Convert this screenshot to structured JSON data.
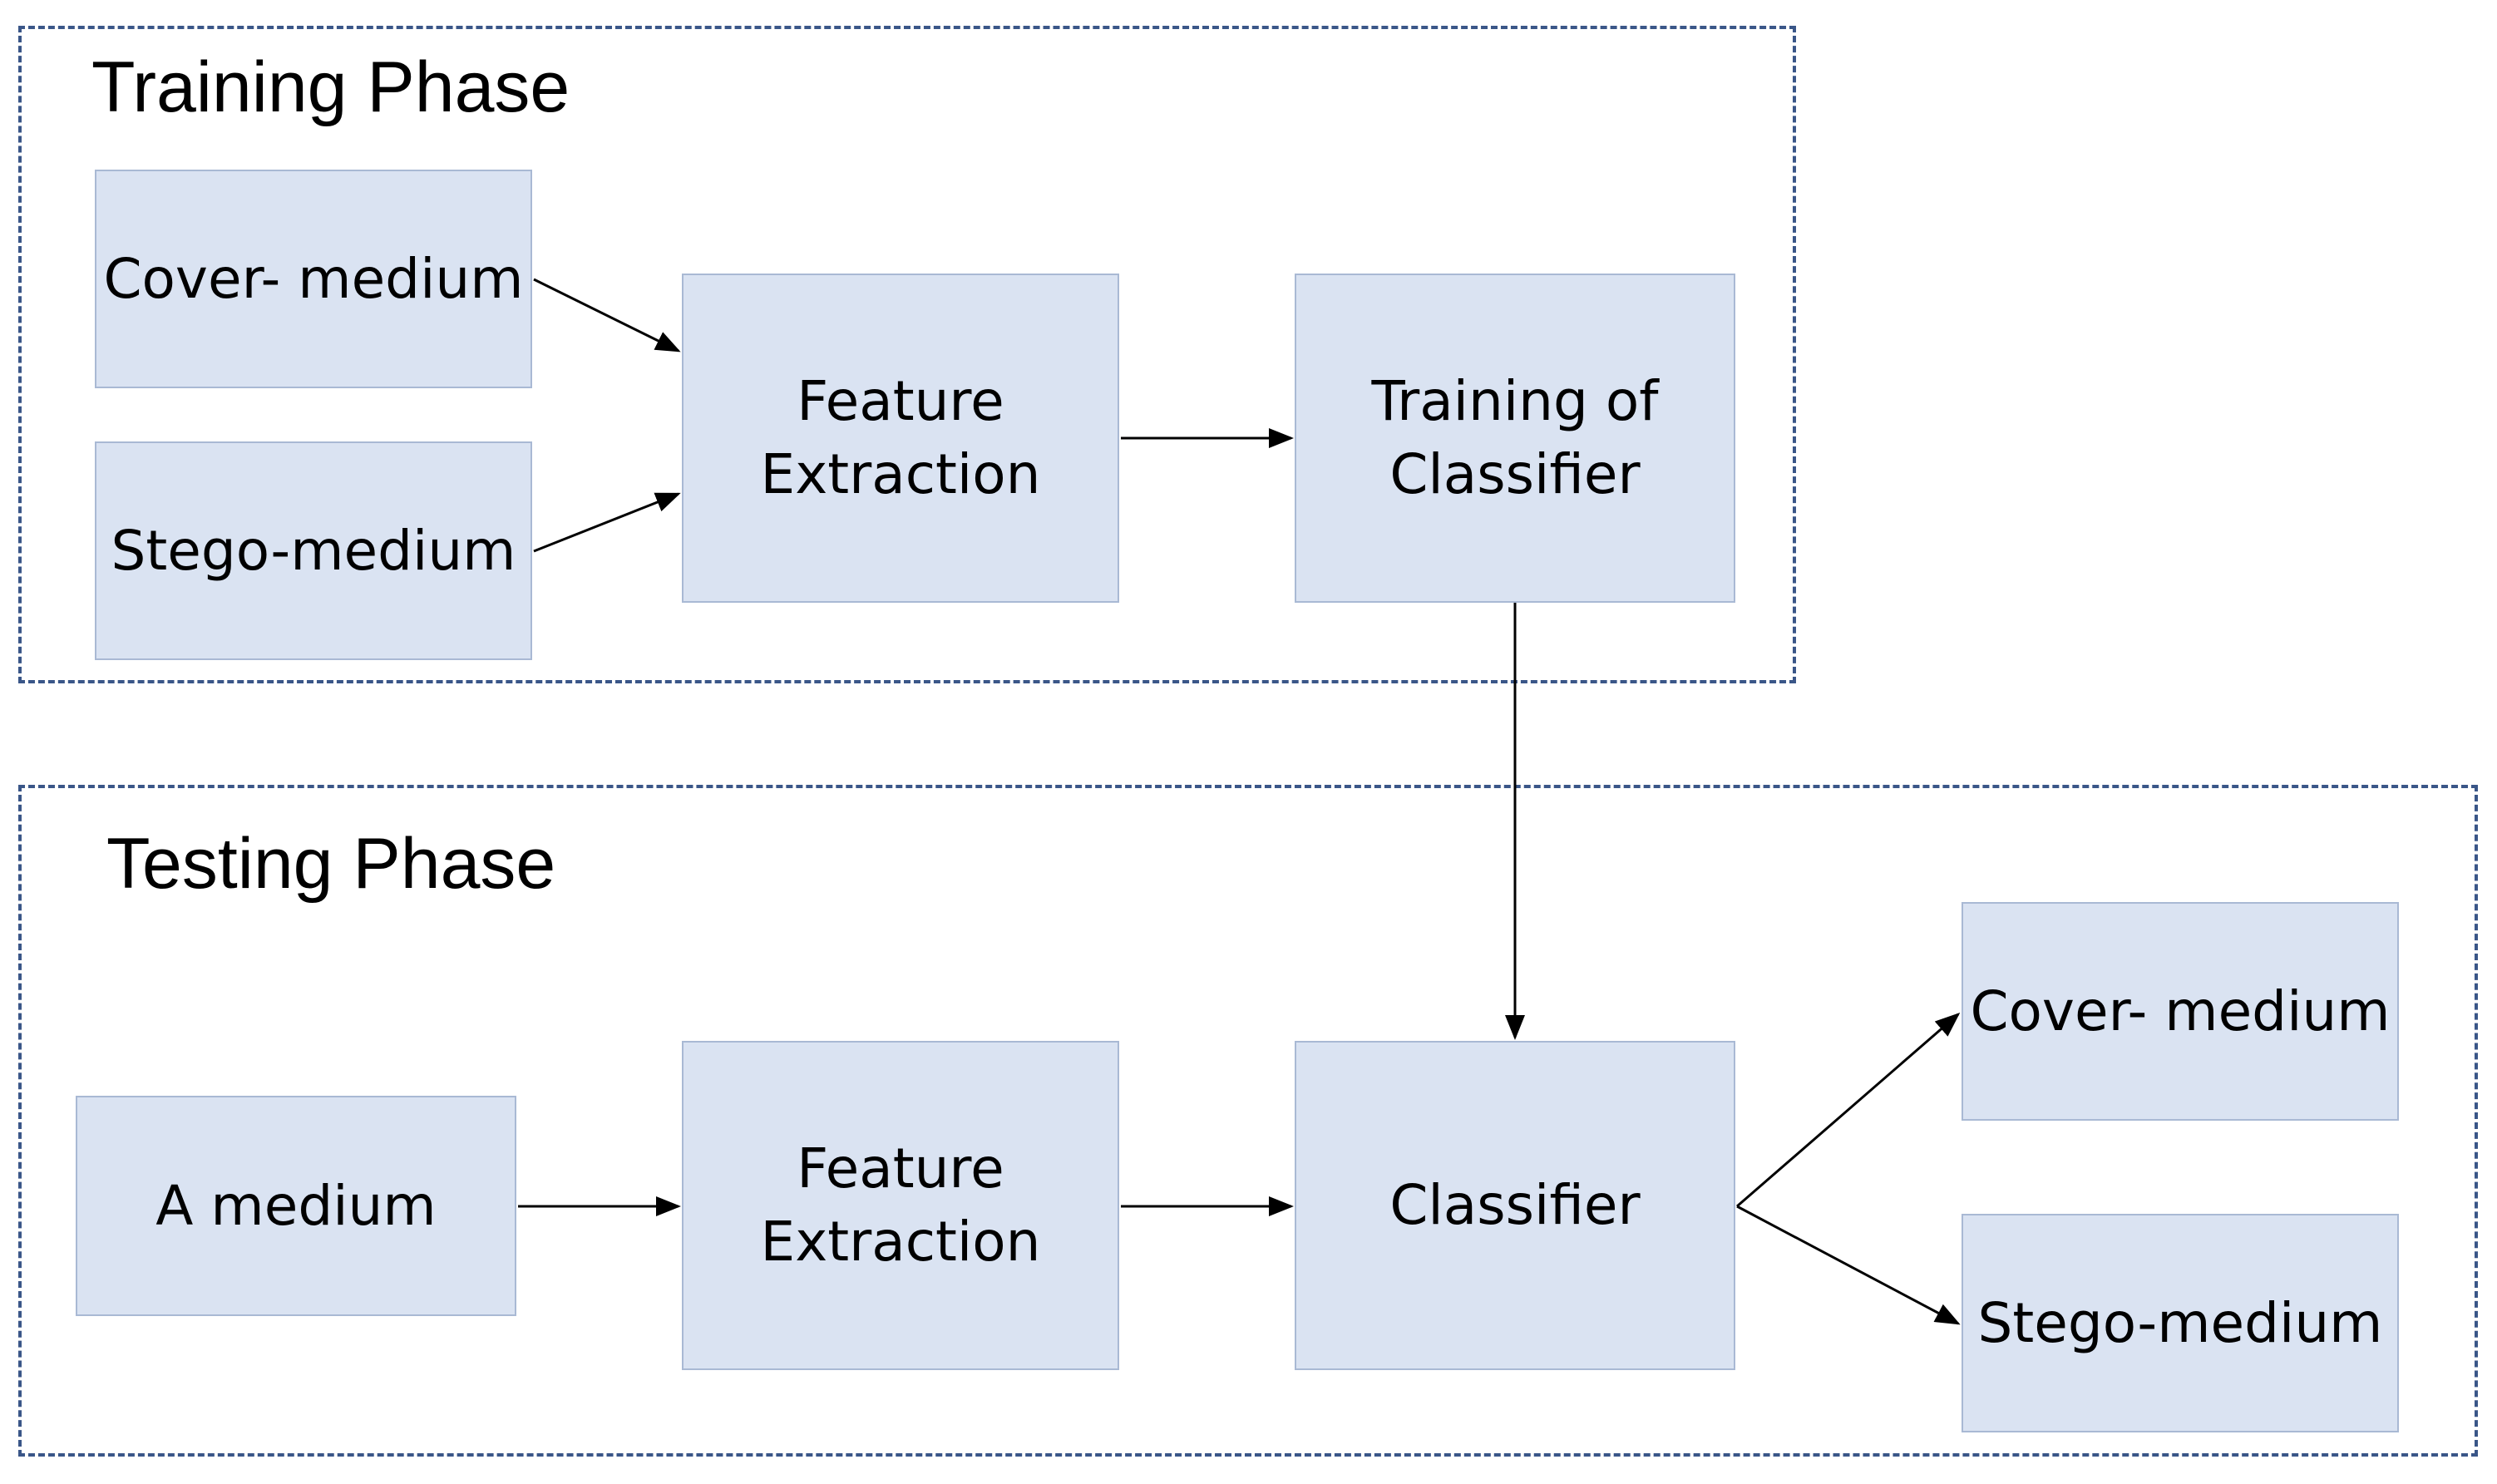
{
  "training_phase": {
    "title": "Training Phase",
    "cover_medium": "Cover- medium",
    "stego_medium": "Stego-medium",
    "feature_extraction": "Feature\nExtraction",
    "training_of_classifier": "Training of\nClassifier"
  },
  "testing_phase": {
    "title": "Testing Phase",
    "a_medium": "A medium",
    "feature_extraction": "Feature\nExtraction",
    "classifier": "Classifier",
    "cover_medium": "Cover- medium",
    "stego_medium": "Stego-medium"
  },
  "colors": {
    "box_fill": "#dae3f2",
    "box_border": "#a9b9d4",
    "phase_border": "#3a5688",
    "arrow": "#000000"
  }
}
